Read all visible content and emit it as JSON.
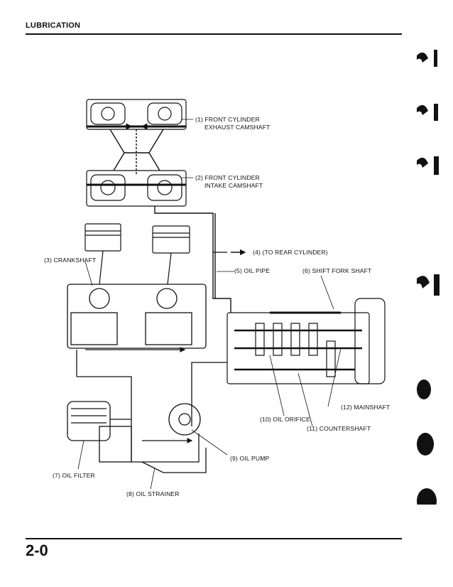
{
  "header": {
    "title": "LUBRICATION"
  },
  "footer": {
    "page_number": "2-0"
  },
  "labels": {
    "front_exhaust_cam_1": "(1) FRONT CYLINDER",
    "front_exhaust_cam_2": "EXHAUST CAMSHAFT",
    "front_intake_cam_1": "(2) FRONT CYLINDER",
    "front_intake_cam_2": "INTAKE CAMSHAFT",
    "crankshaft": "(3) CRANKSHAFT",
    "to_rear_cylinder": "(4) (TO REAR CYLINDER)",
    "oil_pipe": "(5) OIL PIPE",
    "shift_fork_shaft": "(6) SHIFT FORK SHAFT",
    "oil_filter": "(7) OIL FILTER",
    "oil_strainer": "(8) OIL STRAINER",
    "oil_pump": "(9) OIL PUMP",
    "oil_orifice": "(10) OIL ORIFICE",
    "countershaft": "(11) COUNTERSHAFT",
    "mainshaft": "(12) MAINSHAFT"
  },
  "colors": {
    "ink": "#111111",
    "paper": "#ffffff"
  }
}
